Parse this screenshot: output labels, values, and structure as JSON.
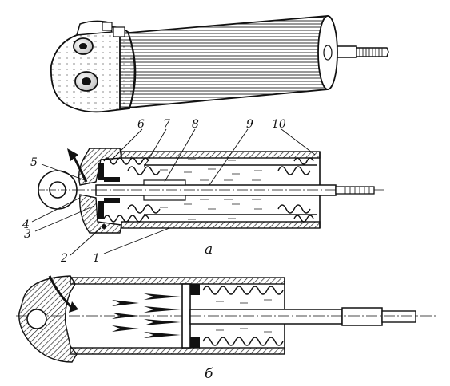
{
  "figure": {
    "labels": {
      "n1": "1",
      "n2": "2",
      "n3": "3",
      "n4": "4",
      "n5": "5",
      "n6": "6",
      "n7": "7",
      "n8": "8",
      "n9": "9",
      "n10": "10"
    },
    "captions": {
      "a": "а",
      "b": "б"
    }
  }
}
